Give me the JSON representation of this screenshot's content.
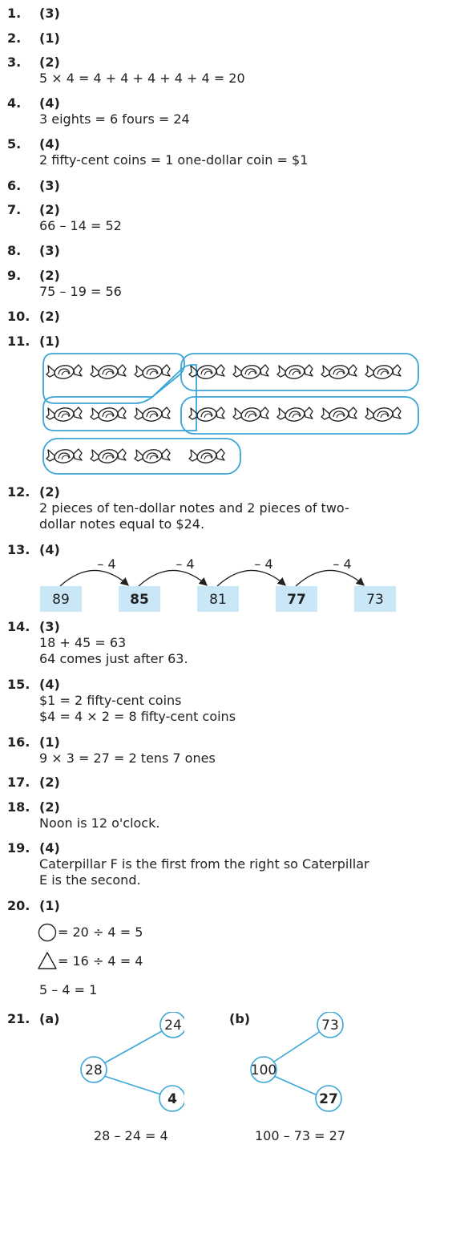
{
  "items": [
    {
      "num": "1.",
      "ans": "(3)"
    },
    {
      "num": "2.",
      "ans": "(1)"
    },
    {
      "num": "3.",
      "ans": "(2)",
      "lines": [
        "5 × 4 = 4 + 4 + 4 + 4 + 4  = 20"
      ]
    },
    {
      "num": "4.",
      "ans": "(4)",
      "lines": [
        "3 eights = 6 fours = 24"
      ]
    },
    {
      "num": "5.",
      "ans": "(4)",
      "lines": [
        "2 fifty-cent coins = 1 one-dollar coin = $1"
      ]
    },
    {
      "num": "6.",
      "ans": "(3)"
    },
    {
      "num": "7.",
      "ans": "(2)",
      "lines": [
        "66 – 14 = 52"
      ]
    },
    {
      "num": "8.",
      "ans": "(3)"
    },
    {
      "num": "9.",
      "ans": "(2)",
      "lines": [
        "75 – 19 = 56"
      ]
    },
    {
      "num": "10.",
      "ans": "(2)"
    },
    {
      "num": "11.",
      "ans": "(1)"
    },
    {
      "num": "12.",
      "ans": "(2)",
      "lines": [
        "2 pieces of ten-dollar notes and 2 pieces of two-",
        "dollar notes equal to $24."
      ]
    },
    {
      "num": "13.",
      "ans": "(4)",
      "number_line": {
        "step": "– 4",
        "boxes": [
          "89",
          "85",
          "81",
          "77",
          "73"
        ],
        "bold": [
          false,
          true,
          false,
          true,
          false
        ],
        "box_color": "#c9e7f7",
        "arrow_color": "#222222"
      }
    },
    {
      "num": "14.",
      "ans": "(3)",
      "lines": [
        "18 + 45 = 63",
        "64 comes just after 63."
      ]
    },
    {
      "num": "15.",
      "ans": "(4)",
      "lines": [
        "$1 = 2 fifty-cent coins",
        "$4 = 4 × 2 = 8 fifty-cent coins"
      ]
    },
    {
      "num": "16.",
      "ans": "(1)",
      "lines": [
        "9 × 3 = 27 = 2 tens 7 ones"
      ]
    },
    {
      "num": "17.",
      "ans": "(2)"
    },
    {
      "num": "18.",
      "ans": "(2)",
      "lines": [
        "Noon is 12 o'clock."
      ]
    },
    {
      "num": "19.",
      "ans": "(4)",
      "lines": [
        "Caterpillar F is the first from the right so Caterpillar",
        "E is the second."
      ]
    },
    {
      "num": "20.",
      "ans": "(1)",
      "shapes": [
        "= 20 ÷ 4 = 5",
        "= 16 ÷ 4 = 4"
      ],
      "extra": "5 – 4 = 1"
    },
    {
      "num": "21.",
      "ans_a": "(a)",
      "ans_b": "(b)",
      "bond_a": {
        "whole": "28",
        "part1": "24",
        "part2": "4",
        "eq": "28 – 24 = 4"
      },
      "bond_b": {
        "whole": "100",
        "part1": "73",
        "part2": "27",
        "eq": "100 – 73 = 27"
      },
      "bond_color": "#3aa6d8"
    }
  ],
  "grouping": {
    "rows": [
      3,
      5,
      3,
      5,
      4
    ],
    "outline_color": "#3aa6d8",
    "candy_icon": "candy-icon"
  }
}
